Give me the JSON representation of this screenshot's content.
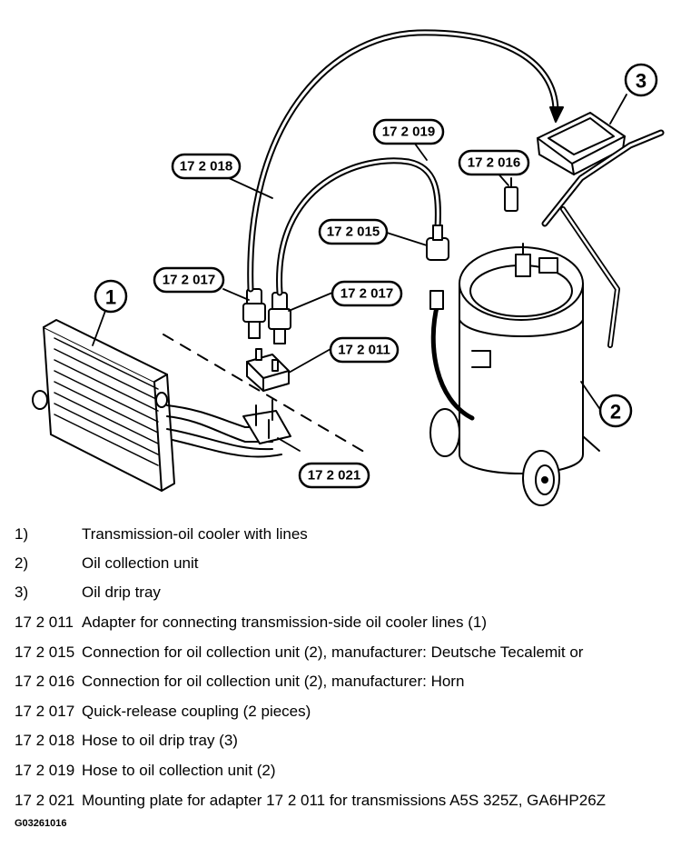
{
  "callouts": {
    "c_172018": "17 2 018",
    "c_172019": "17 2 019",
    "c_172016": "17 2 016",
    "c_172015": "17 2 015",
    "c_172017a": "17 2 017",
    "c_172017b": "17 2 017",
    "c_172011": "17 2 011",
    "c_172021": "17 2 021",
    "n1": "1",
    "n2": "2",
    "n3": "3"
  },
  "legend": [
    {
      "code": "1)",
      "desc": "Transmission-oil cooler with lines"
    },
    {
      "code": "2)",
      "desc": "Oil collection unit"
    },
    {
      "code": "3)",
      "desc": "Oil drip tray"
    },
    {
      "code": "17 2 011",
      "desc": "Adapter for connecting transmission-side oil cooler lines (1)"
    },
    {
      "code": "17 2 015",
      "desc": "Connection for oil collection unit (2), manufacturer: Deutsche Tecalemit or"
    },
    {
      "code": "17 2 016",
      "desc": "Connection for oil collection unit (2), manufacturer: Horn"
    },
    {
      "code": "17 2 017",
      "desc": "Quick-release coupling (2 pieces)"
    },
    {
      "code": "17 2 018",
      "desc": "Hose to oil drip tray (3)"
    },
    {
      "code": "17 2 019",
      "desc": "Hose to oil collection unit (2)"
    },
    {
      "code": "17 2 021",
      "desc": "Mounting plate for adapter 17 2 011 for transmissions A5S 325Z, GA6HP26Z"
    }
  ],
  "figure_id": "G03261016"
}
